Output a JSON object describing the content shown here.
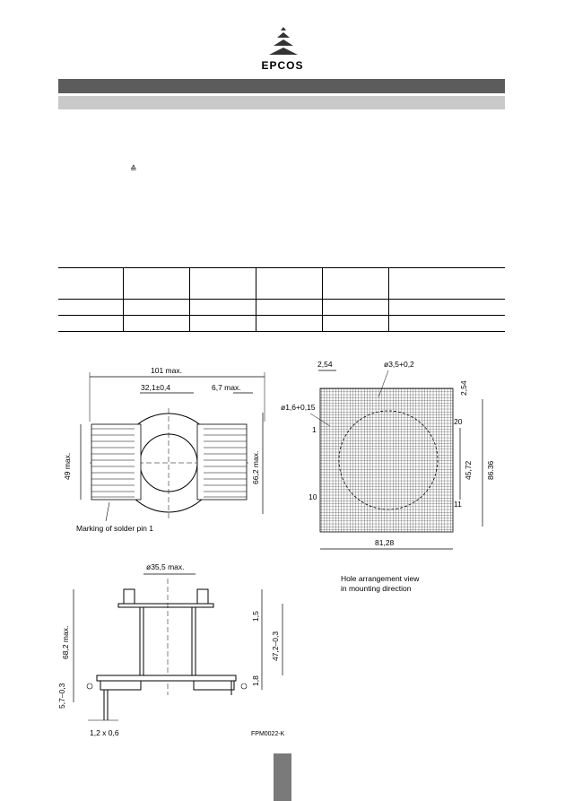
{
  "header": {
    "brand": "EPCOS",
    "equiv_symbol": "≙"
  },
  "drawing1": {
    "width_max": "101 max.",
    "center_pitch": "32,1±0,4",
    "pin_max": "6,7 max.",
    "height_max": "49 max.",
    "diam_max": "66,2 max.",
    "marking": "Marking of solder pin 1"
  },
  "drawing2": {
    "pitch": "2,54",
    "hole_big": "ø3,5+0,2",
    "hole_small": "ø1,6+0,15",
    "pitch_right": "2,54",
    "pin_1": "1",
    "pin_10": "10",
    "pin_11": "11",
    "pin_20": "20",
    "dim_45": "45,72",
    "dim_86": "86,36",
    "dim_81": "81,28",
    "caption_line1": "Hole arrangement view",
    "caption_line2": "in mounting direction"
  },
  "drawing3": {
    "diam": "ø35,5 max.",
    "height": "68,2 max.",
    "dim_15": "1,5",
    "dim_47": "47,2–0,3",
    "dim_18": "1,8",
    "dim_57": "5,7–0,3",
    "pin_size": "1,2 x 0,6"
  },
  "figure_code": "FPM0022-K"
}
